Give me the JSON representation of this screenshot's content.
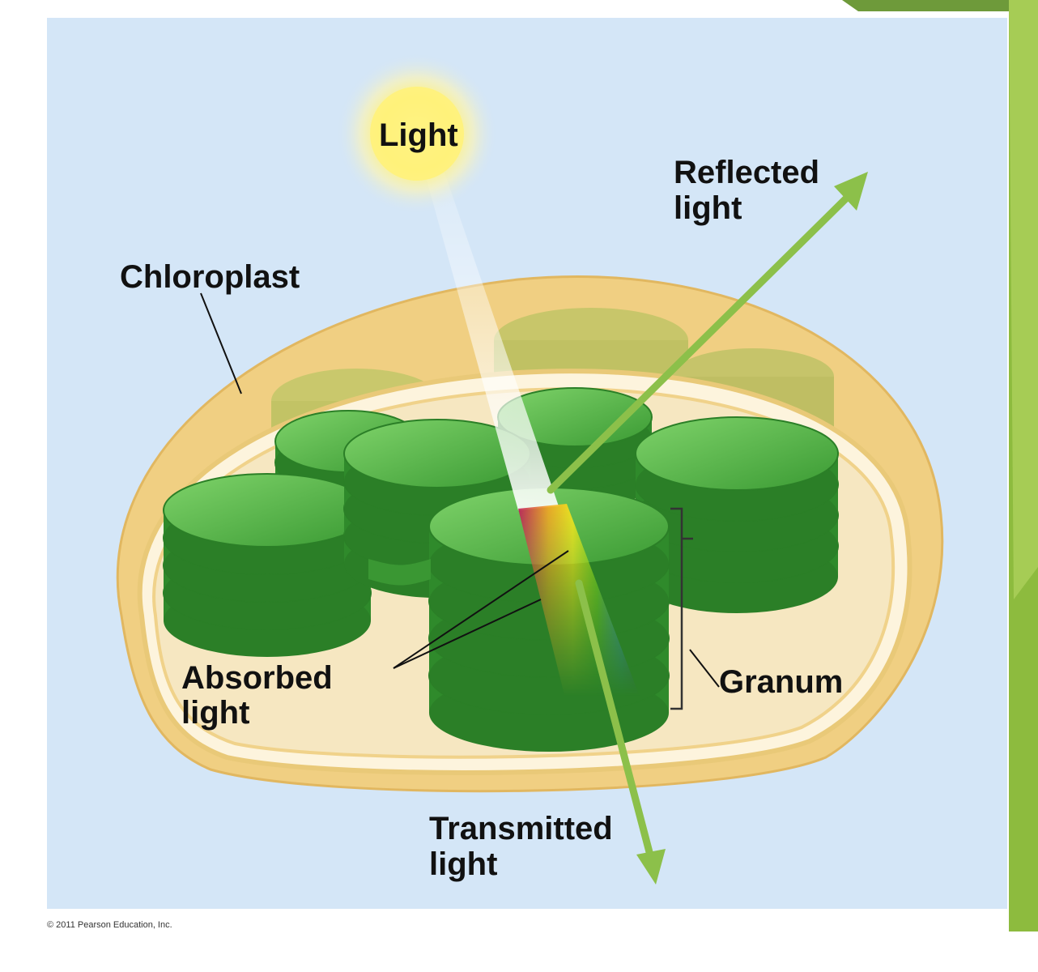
{
  "labels": {
    "light": "Light",
    "reflected_line1": "Reflected",
    "reflected_line2": "light",
    "chloroplast": "Chloroplast",
    "absorbed_line1": "Absorbed",
    "absorbed_line2": "light",
    "granum": "Granum",
    "transmitted_line1": "Transmitted",
    "transmitted_line2": "light"
  },
  "copyright": "© 2011 Pearson Education, Inc.",
  "colors": {
    "background": "#d4e6f7",
    "envelope": "#f0cf82",
    "stroma": "#f6e7c1",
    "granum_green": "#3d9b35",
    "arrow_green": "#8cc04a",
    "sun": "#fff27a"
  }
}
